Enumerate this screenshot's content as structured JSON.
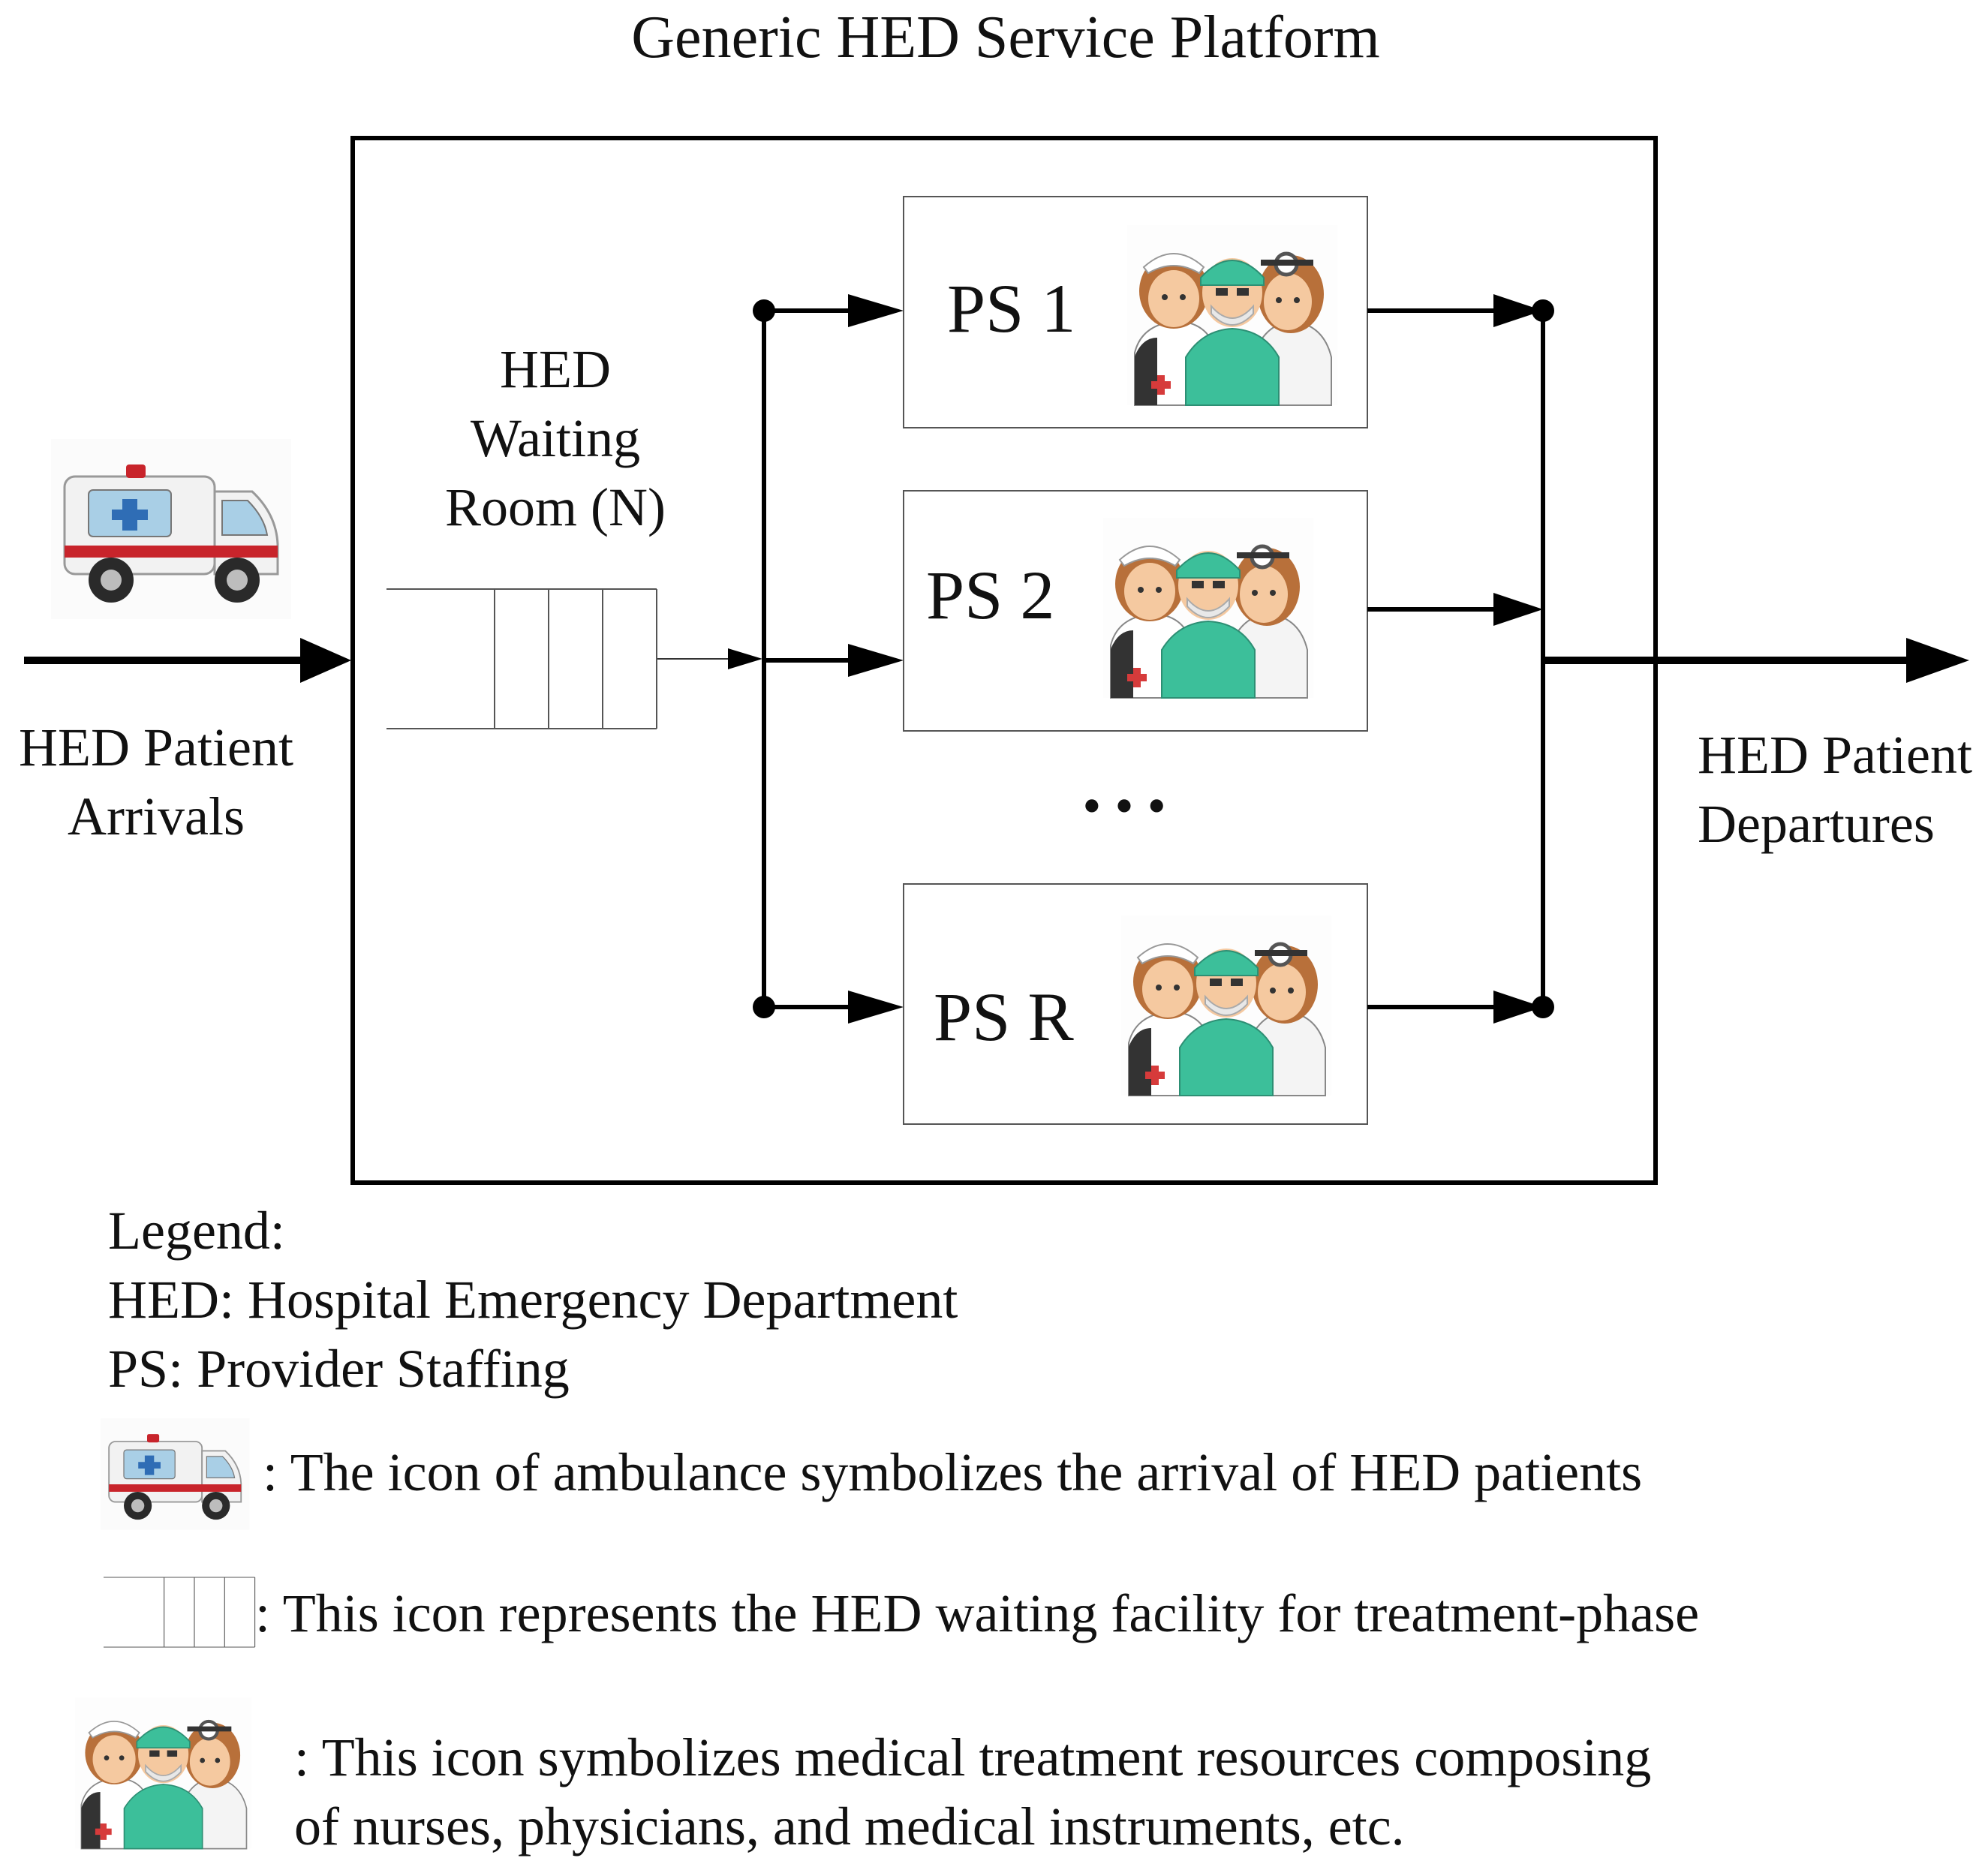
{
  "title": "Generic HED Service Platform",
  "arrivals": {
    "line1": "HED Patient",
    "line2": "Arrivals"
  },
  "departures": {
    "line1": "HED Patient",
    "line2": "Departures"
  },
  "waiting_room": {
    "line1": "HED",
    "line2": "Waiting",
    "line3": "Room (N)"
  },
  "servers": [
    {
      "label": "PS 1"
    },
    {
      "label": "PS 2"
    },
    {
      "label": "PS R"
    }
  ],
  "ellipsis": "• • •",
  "legend": {
    "heading": "Legend:",
    "hed_def": "HED: Hospital Emergency Department",
    "ps_def": "PS: Provider Staffing",
    "ambulance_desc": ": The icon of ambulance symbolizes the arrival of HED patients",
    "queue_desc": ": This icon represents the HED waiting facility for treatment-phase",
    "staff_desc_line1": ": This icon symbolizes medical treatment resources composing",
    "staff_desc_line2": "of nurses, physicians, and medical instruments, etc."
  },
  "icons": {
    "ambulance": "ambulance-icon",
    "queue": "queue-icon",
    "staff": "medical-staff-icon"
  },
  "colors": {
    "line": "#000000",
    "ambulance_body": "#f2f2f2",
    "ambulance_red": "#c8242b",
    "ambulance_window": "#a9cfe6",
    "staff_scrubs": "#3cbf9a",
    "staff_skin": "#f5c9a0",
    "staff_hair": "#b8703a"
  }
}
